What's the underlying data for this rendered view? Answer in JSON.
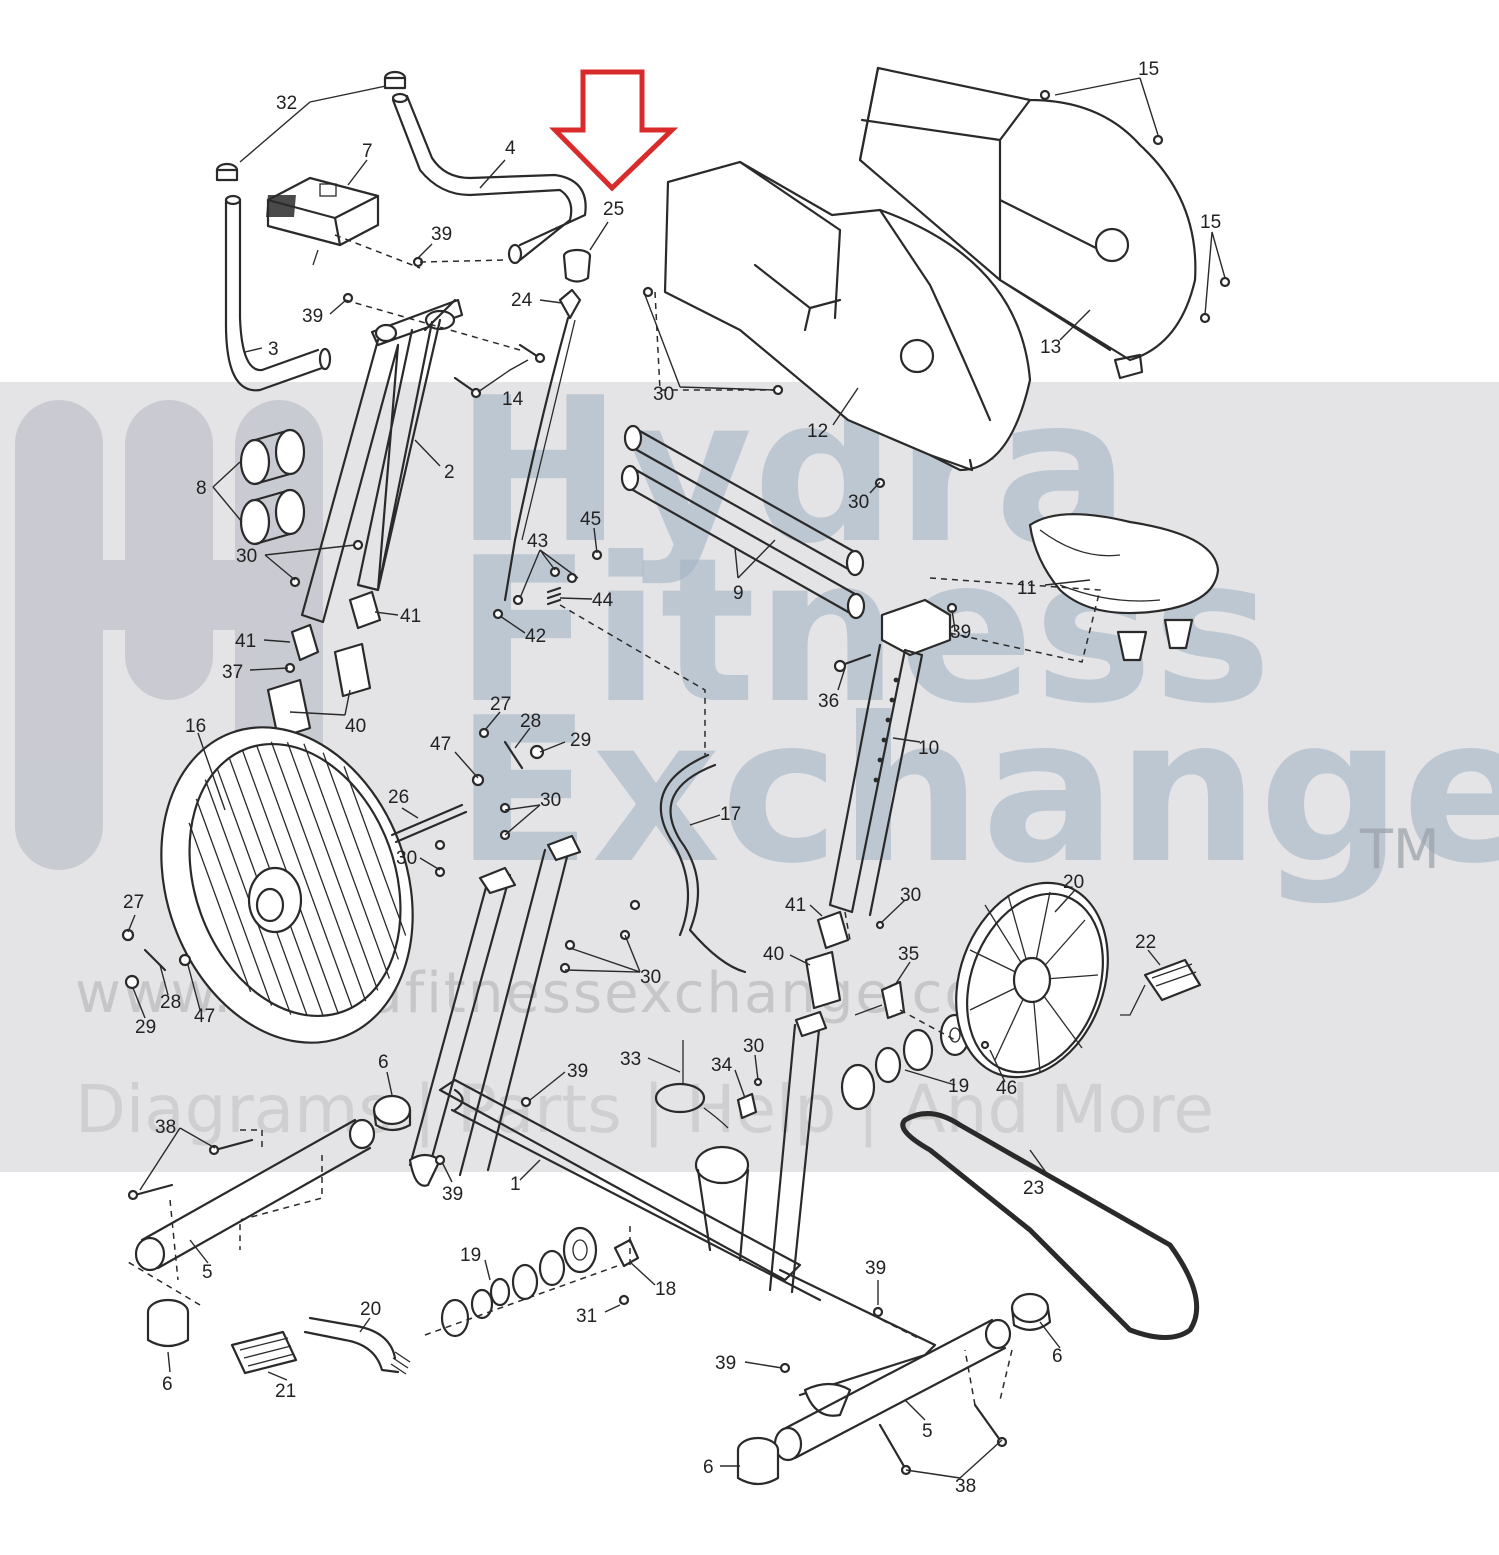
{
  "watermark": {
    "brand_line1": "Hydra",
    "brand_line2": "Fitness",
    "brand_line3": "Exchange",
    "trademark": "TM",
    "url": "www.hydrafitnessexchange.com",
    "tagline": "Diagrams | Parts | Help | And More"
  },
  "colors": {
    "highlight_arrow": "#d92b2b",
    "watermark_band": "#e4e4e6",
    "line_art": "#2a2a2a"
  },
  "highlight": {
    "icon": "arrow-down-icon",
    "target_part": "25"
  },
  "callouts": [
    {
      "id": "c32",
      "text": "32"
    },
    {
      "id": "c7",
      "text": "7"
    },
    {
      "id": "c4",
      "text": "4"
    },
    {
      "id": "c25",
      "text": "25"
    },
    {
      "id": "c15a",
      "text": "15"
    },
    {
      "id": "c15b",
      "text": "15"
    },
    {
      "id": "c39a",
      "text": "39"
    },
    {
      "id": "c39b",
      "text": "39"
    },
    {
      "id": "c24",
      "text": "24"
    },
    {
      "id": "c3",
      "text": "3"
    },
    {
      "id": "c14",
      "text": "14"
    },
    {
      "id": "c30a",
      "text": "30"
    },
    {
      "id": "c12",
      "text": "12"
    },
    {
      "id": "c13",
      "text": "13"
    },
    {
      "id": "c2",
      "text": "2"
    },
    {
      "id": "c8",
      "text": "8"
    },
    {
      "id": "c30b",
      "text": "30"
    },
    {
      "id": "c45",
      "text": "45"
    },
    {
      "id": "c43",
      "text": "43"
    },
    {
      "id": "c9",
      "text": "9"
    },
    {
      "id": "c30c",
      "text": "30"
    },
    {
      "id": "c11",
      "text": "11"
    },
    {
      "id": "c44",
      "text": "44"
    },
    {
      "id": "c41a",
      "text": "41"
    },
    {
      "id": "c41b",
      "text": "41"
    },
    {
      "id": "c42",
      "text": "42"
    },
    {
      "id": "c39c",
      "text": "39"
    },
    {
      "id": "c37",
      "text": "37"
    },
    {
      "id": "c36",
      "text": "36"
    },
    {
      "id": "c40a",
      "text": "40"
    },
    {
      "id": "c27a",
      "text": "27"
    },
    {
      "id": "c28a",
      "text": "28"
    },
    {
      "id": "c16",
      "text": "16"
    },
    {
      "id": "c47a",
      "text": "47"
    },
    {
      "id": "c29a",
      "text": "29"
    },
    {
      "id": "c10",
      "text": "10"
    },
    {
      "id": "c26",
      "text": "26"
    },
    {
      "id": "c30d",
      "text": "30"
    },
    {
      "id": "c17",
      "text": "17"
    },
    {
      "id": "c30e",
      "text": "30"
    },
    {
      "id": "c20a",
      "text": "20"
    },
    {
      "id": "c30f",
      "text": "30"
    },
    {
      "id": "c27b",
      "text": "27"
    },
    {
      "id": "c41c",
      "text": "41"
    },
    {
      "id": "c22",
      "text": "22"
    },
    {
      "id": "c35",
      "text": "35"
    },
    {
      "id": "c40b",
      "text": "40"
    },
    {
      "id": "c28b",
      "text": "28"
    },
    {
      "id": "c47b",
      "text": "47"
    },
    {
      "id": "c30g",
      "text": "30"
    },
    {
      "id": "c29b",
      "text": "29"
    },
    {
      "id": "c6a",
      "text": "6"
    },
    {
      "id": "c33",
      "text": "33"
    },
    {
      "id": "c34",
      "text": "34"
    },
    {
      "id": "c30h",
      "text": "30"
    },
    {
      "id": "c39d",
      "text": "39"
    },
    {
      "id": "c19a",
      "text": "19"
    },
    {
      "id": "c46",
      "text": "46"
    },
    {
      "id": "c38a",
      "text": "38"
    },
    {
      "id": "c23",
      "text": "23"
    },
    {
      "id": "c1",
      "text": "1"
    },
    {
      "id": "c39e",
      "text": "39"
    },
    {
      "id": "c5a",
      "text": "5"
    },
    {
      "id": "c19b",
      "text": "19"
    },
    {
      "id": "c18",
      "text": "18"
    },
    {
      "id": "c39f",
      "text": "39"
    },
    {
      "id": "c20b",
      "text": "20"
    },
    {
      "id": "c31",
      "text": "31"
    },
    {
      "id": "c6b",
      "text": "6"
    },
    {
      "id": "c6c",
      "text": "6"
    },
    {
      "id": "c21",
      "text": "21"
    },
    {
      "id": "c39g",
      "text": "39"
    },
    {
      "id": "c5b",
      "text": "5"
    },
    {
      "id": "c6d",
      "text": "6"
    },
    {
      "id": "c38b",
      "text": "38"
    }
  ]
}
